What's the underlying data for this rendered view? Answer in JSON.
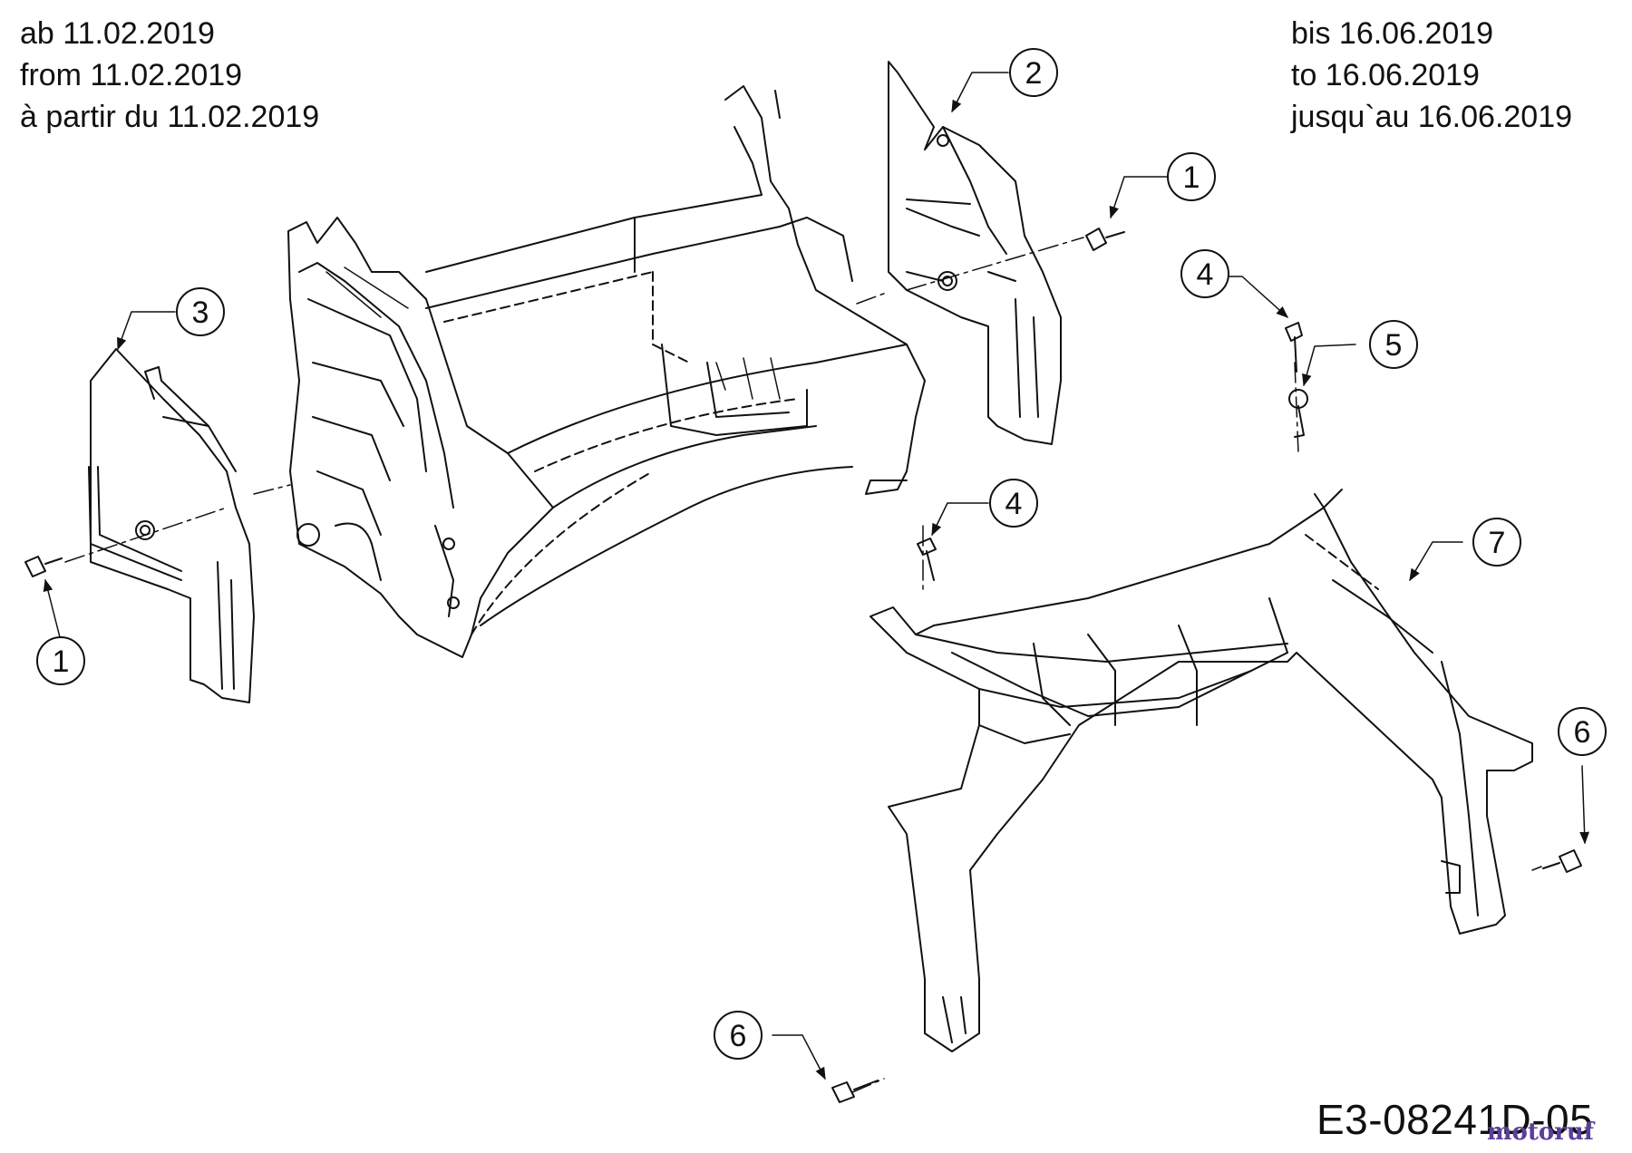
{
  "header_left": {
    "line1": "ab 11.02.2019",
    "line2": "from 11.02.2019",
    "line3": "à partir du 11.02.2019"
  },
  "header_right": {
    "line1": "bis 16.06.2019",
    "line2": "to 16.06.2019",
    "line3": "jusqu`au 16.06.2019"
  },
  "callouts": {
    "c1_top": "1",
    "c1_left": "1",
    "c2": "2",
    "c3": "3",
    "c4_top": "4",
    "c4_mid": "4",
    "c5": "5",
    "c6_right": "6",
    "c6_bottom": "6",
    "c7": "7"
  },
  "drawing_code": "E3-08241D-05",
  "watermark": "motoruf"
}
